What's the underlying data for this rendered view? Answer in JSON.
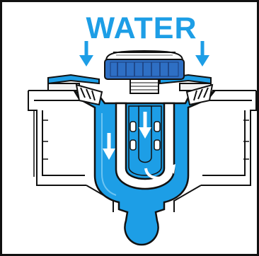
{
  "diagram": {
    "title": "WATER",
    "colors": {
      "water": "#1d9ee6",
      "water_light": "#6cc4f2",
      "outline": "#111111",
      "background": "#ffffff",
      "grate": "#2e6fc4",
      "grate_dark": "#1a3d7a",
      "housing_fill": "#f2f2f2"
    },
    "flow_arrows": [
      {
        "name": "inflow-left-arrow-icon",
        "direction": "down"
      },
      {
        "name": "inflow-right-arrow-icon",
        "direction": "down"
      },
      {
        "name": "trap-down-arrow-icon",
        "direction": "down"
      },
      {
        "name": "chamber-down-arrow-icon",
        "direction": "down"
      },
      {
        "name": "trap-curl-arrow-icon",
        "direction": "curl-right"
      }
    ]
  }
}
